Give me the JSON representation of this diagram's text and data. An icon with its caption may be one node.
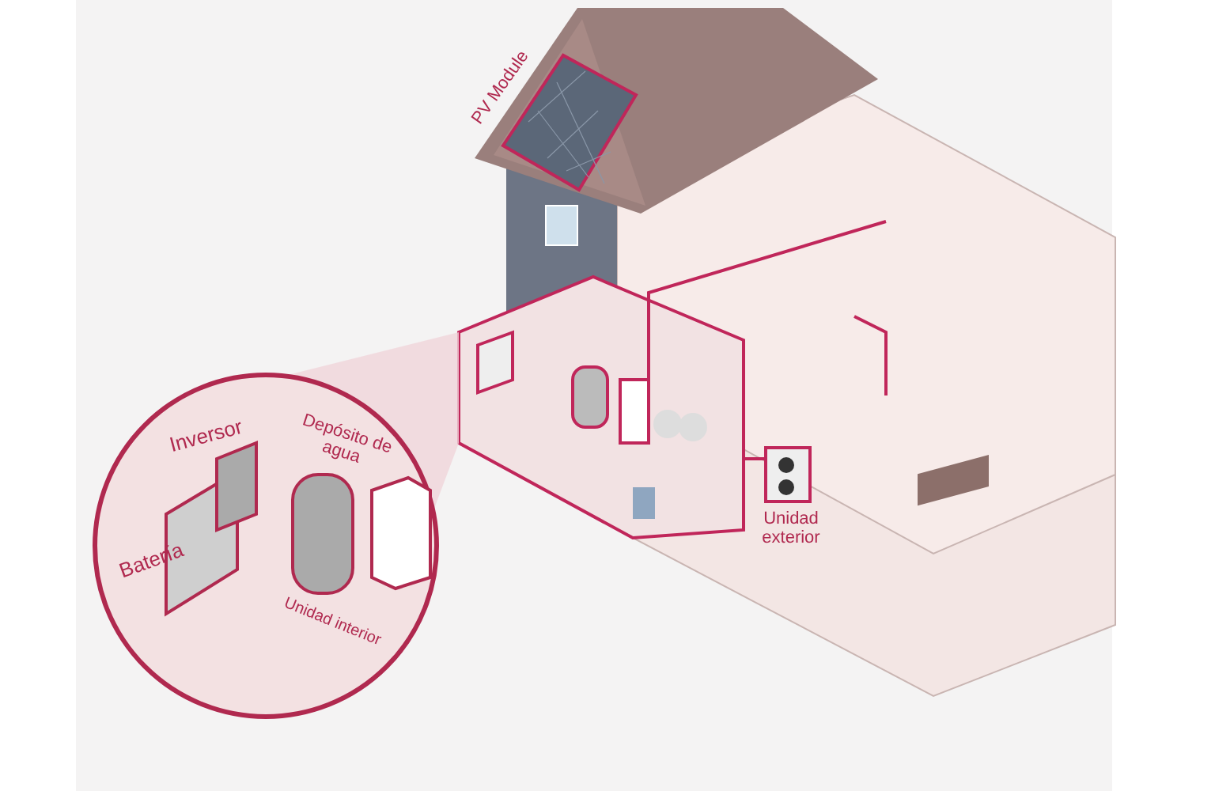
{
  "diagram": {
    "labels": [
      "PV Module",
      "Inversor",
      "Batería",
      "Depósito de agua",
      "Unidad interior",
      "Unidad exterior"
    ]
  }
}
